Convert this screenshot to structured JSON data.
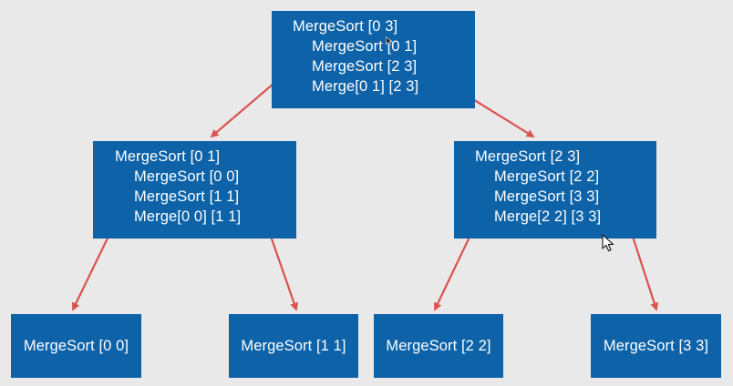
{
  "nodes": {
    "root": {
      "lines": [
        "MergeSort [0 3]",
        "MergeSort [0 1]",
        "MergeSort [2 3]",
        "Merge[0 1] [2 3]"
      ]
    },
    "left": {
      "lines": [
        "MergeSort [0 1]",
        "MergeSort [0 0]",
        "MergeSort [1 1]",
        "Merge[0 0] [1 1]"
      ]
    },
    "right": {
      "lines": [
        "MergeSort [2 3]",
        "MergeSort [2 2]",
        "MergeSort [3 3]",
        "Merge[2 2] [3 3]"
      ]
    },
    "leaf_1": {
      "label": "MergeSort [0 0]"
    },
    "leaf_2": {
      "label": "MergeSort [1 1]"
    },
    "leaf_3": {
      "label": "MergeSort [2 2]"
    },
    "leaf_4": {
      "label": "MergeSort [3 3]"
    }
  },
  "colors": {
    "background": "#e9e9e9",
    "node_fill": "#0d62a8",
    "node_text": "#ffffff",
    "arrow": "#d9534f"
  },
  "icons": [
    "arrow-pointer-icon"
  ]
}
